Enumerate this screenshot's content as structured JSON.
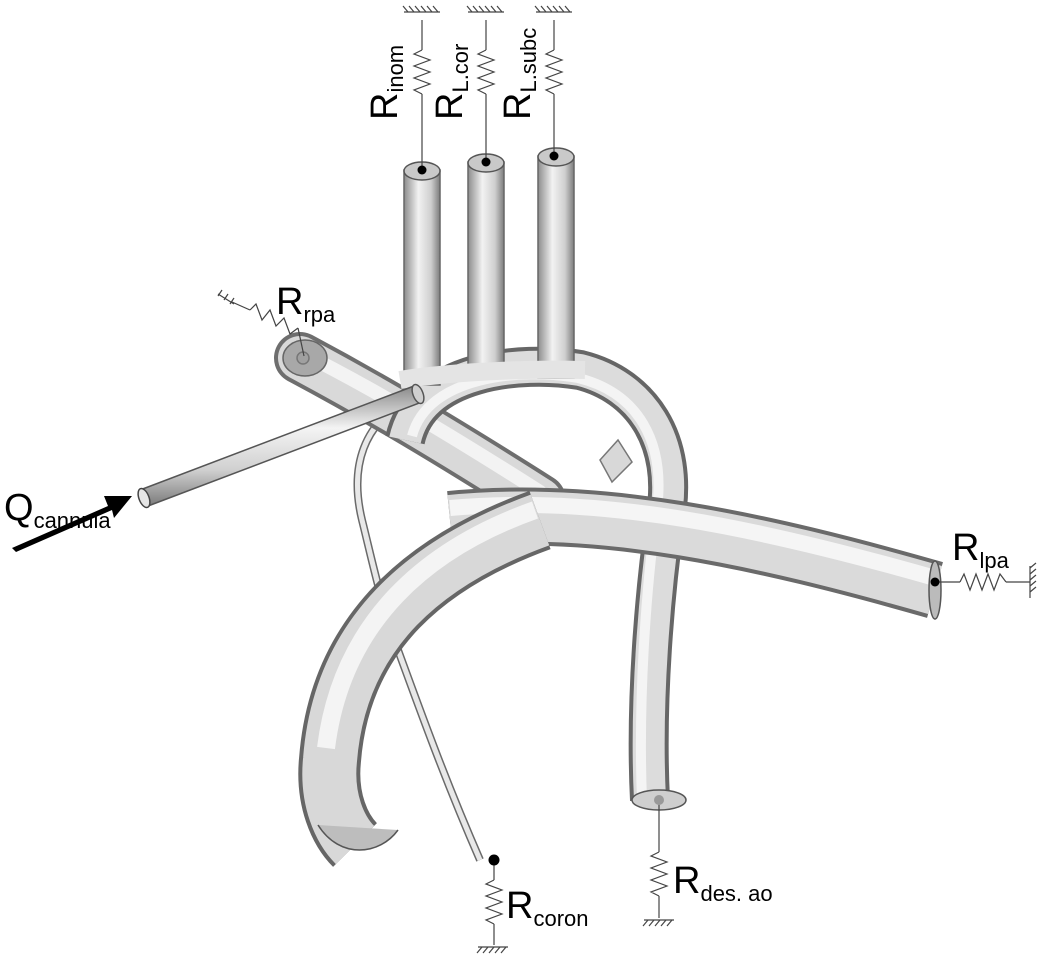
{
  "labels": {
    "inom": {
      "main": "R",
      "sub": "inom"
    },
    "lcor": {
      "main": "R",
      "sub": "L.cor"
    },
    "lsubc": {
      "main": "R",
      "sub": "L.subc"
    },
    "rpa": {
      "main": "R",
      "sub": "rpa"
    },
    "lpa": {
      "main": "R",
      "sub": "lpa"
    },
    "coron": {
      "main": "R",
      "sub": "coron"
    },
    "desao": {
      "main": "R",
      "sub": "des. ao"
    },
    "cannula": {
      "main": "Q",
      "sub": "cannula"
    }
  }
}
